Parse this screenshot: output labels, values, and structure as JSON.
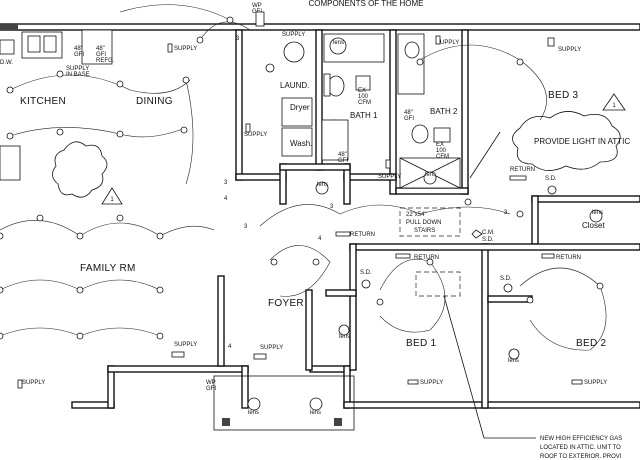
{
  "header": {
    "title": "COMPONENTS OF THE HOME"
  },
  "rooms": {
    "kitchen": "KITCHEN",
    "dining": "DINING",
    "family": "FAMILY RM",
    "foyer": "FOYER",
    "laundry": "LAUND.",
    "bath1": "BATH 1",
    "bath2": "BATH 2",
    "bed1": "BED 1",
    "bed2": "BED 2",
    "bed3": "BED 3",
    "closet": "Closet"
  },
  "appliances": {
    "dryer": "Dryer",
    "washer": "Wash.",
    "dw": "D.W."
  },
  "labels": {
    "supply": "SUPPLY",
    "return": "RETURN",
    "sd": "S.D.",
    "cm_sd_1": "C.M.",
    "cm_sd_2": "S.D.",
    "wp_gfi_1": "WP",
    "wp_gfi_2": "GFI",
    "gfi_48_1": "48\"",
    "gfi_48_2": "GFI",
    "gfi_48_refg_3": "REFG.",
    "supply_base_1": "SUPPLY",
    "supply_base_2": "IN BASE",
    "fan_1": "100",
    "fan_2": "CFM",
    "ex": "EX",
    "stairs_1": "22\"x54\"",
    "stairs_2": "PULL DOWN",
    "stairs_3": "STAIRS",
    "attic_note": "PROVIDE LIGHT IN ATTIC",
    "revision": "1",
    "switch3": "3",
    "switch4": "4",
    "lamp": "lens",
    "furnace_1": "NEW HIGH EFFICIENCY GAS",
    "furnace_2": "LOCATED IN ATTIC.  UNIT TO",
    "furnace_3": "ROOF TO EXTERIOR.  PROVI"
  }
}
